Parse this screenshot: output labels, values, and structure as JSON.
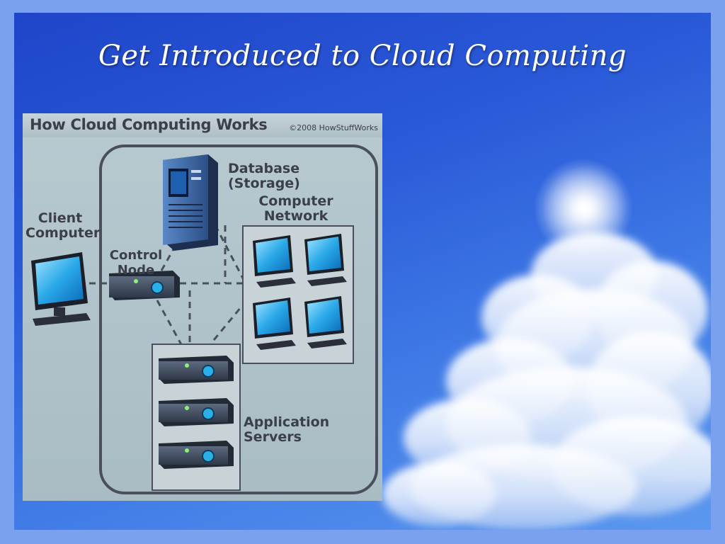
{
  "slide": {
    "title": "Get Introduced to Cloud Computing"
  },
  "diagram": {
    "header_title": "How Cloud Computing Works",
    "copyright": "©2008 HowStuffWorks",
    "labels": {
      "database_line1": "Database",
      "database_line2": "(Storage)",
      "client_line1": "Client",
      "client_line2": "Computer",
      "control_line1": "Control",
      "control_line2": "Node",
      "network_line1": "Computer",
      "network_line2": "Network",
      "app_line1": "Application",
      "app_line2": "Servers"
    }
  },
  "colors": {
    "slide_border": "#7aa0f0",
    "sky_top": "#1f45c9",
    "sky_bottom": "#5b98ee",
    "diagram_bg": "#b8cad0",
    "screen_blue": "#2aa8e8",
    "server_dark": "#3e4a5c"
  }
}
